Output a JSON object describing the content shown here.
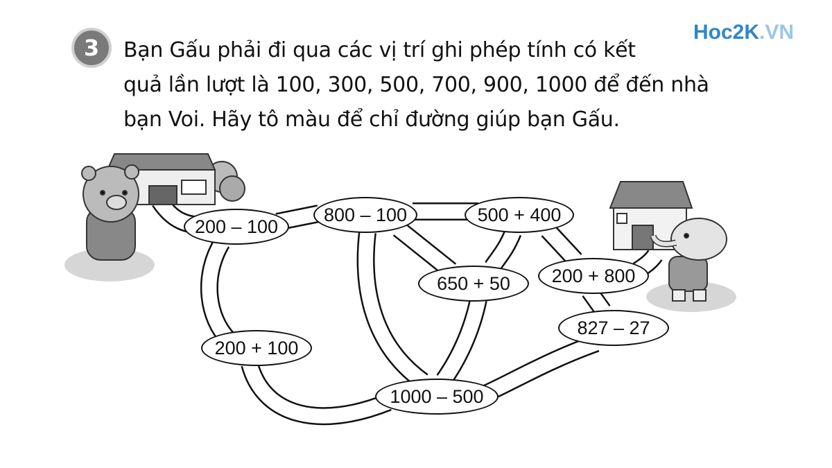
{
  "exercise": {
    "number": "3",
    "lines": [
      "Bạn Gấu phải đi qua các vị trí ghi phép tính có kết",
      "quả lần lượt là 100, 300, 500, 700, 900, 1000 để đến nhà",
      "bạn Voi. Hãy tô màu để chỉ đường giúp bạn Gấu."
    ]
  },
  "logo": {
    "main": "Hoc2K",
    "sub": ".VN"
  },
  "nodes": [
    {
      "id": "a",
      "label": "200 – 100"
    },
    {
      "id": "b",
      "label": "800 – 100"
    },
    {
      "id": "c",
      "label": "500 + 400"
    },
    {
      "id": "d",
      "label": "650 + 50"
    },
    {
      "id": "e",
      "label": "200 + 800"
    },
    {
      "id": "f",
      "label": "827 – 27"
    },
    {
      "id": "g",
      "label": "200 + 100"
    },
    {
      "id": "h",
      "label": "1000 – 500"
    }
  ]
}
